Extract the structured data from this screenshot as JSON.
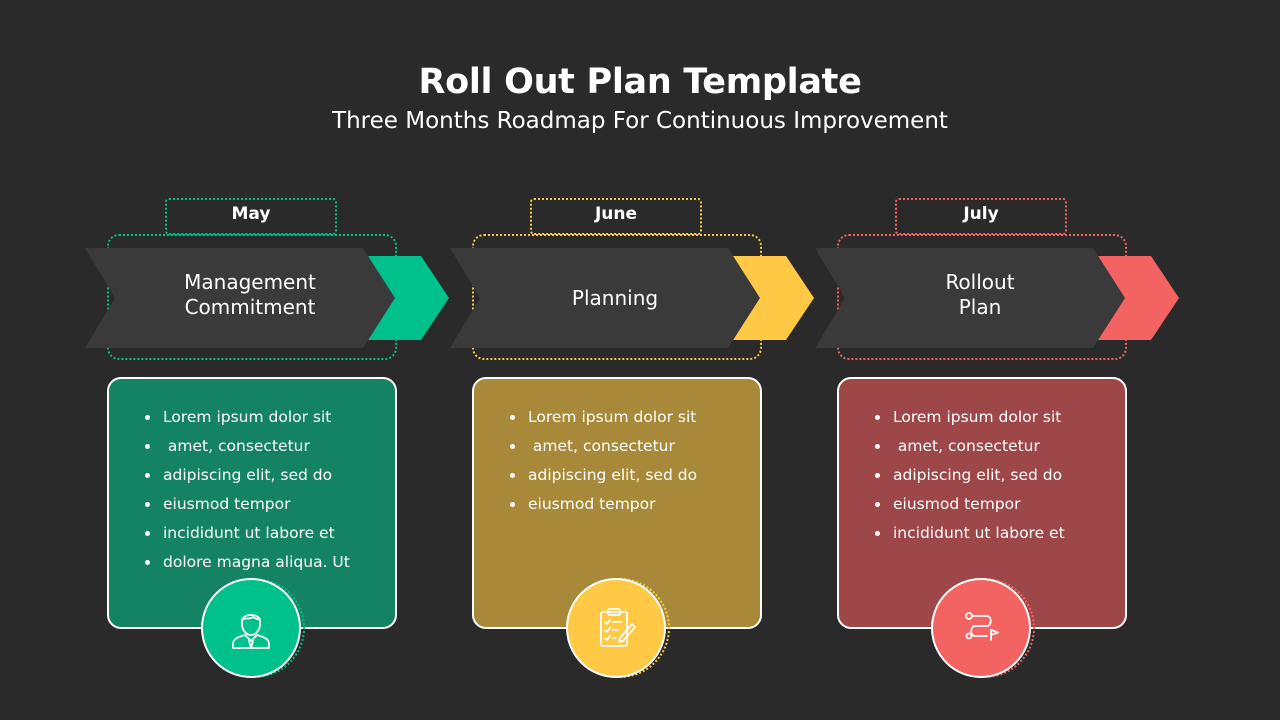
{
  "header": {
    "title": "Roll Out Plan Template",
    "subtitle": "Three Months Roadmap For Continuous Improvement"
  },
  "columns": [
    {
      "month": "May",
      "phase": "Management\nCommitment",
      "accent": "#00c08b",
      "card_color": "#148363",
      "icon": "businessman-icon",
      "bullets": [
        "Lorem ipsum dolor sit",
        " amet, consectetur",
        "adipiscing elit, sed do",
        "eiusmod tempor",
        "incididunt ut labore et",
        "dolore magna aliqua. Ut"
      ]
    },
    {
      "month": "June",
      "phase": "Planning",
      "accent": "#ffc845",
      "card_color": "#a78939",
      "icon": "clipboard-checklist-icon",
      "bullets": [
        "Lorem ipsum dolor sit",
        " amet, consectetur",
        "adipiscing elit, sed do",
        "eiusmod tempor"
      ]
    },
    {
      "month": "July",
      "phase": "Rollout\nPlan",
      "accent": "#f26361",
      "card_color": "#9e4749",
      "icon": "route-flag-icon",
      "bullets": [
        "Lorem ipsum dolor sit",
        " amet, consectetur",
        "adipiscing elit, sed do",
        "eiusmod tempor",
        "incididunt ut labore et"
      ]
    }
  ]
}
